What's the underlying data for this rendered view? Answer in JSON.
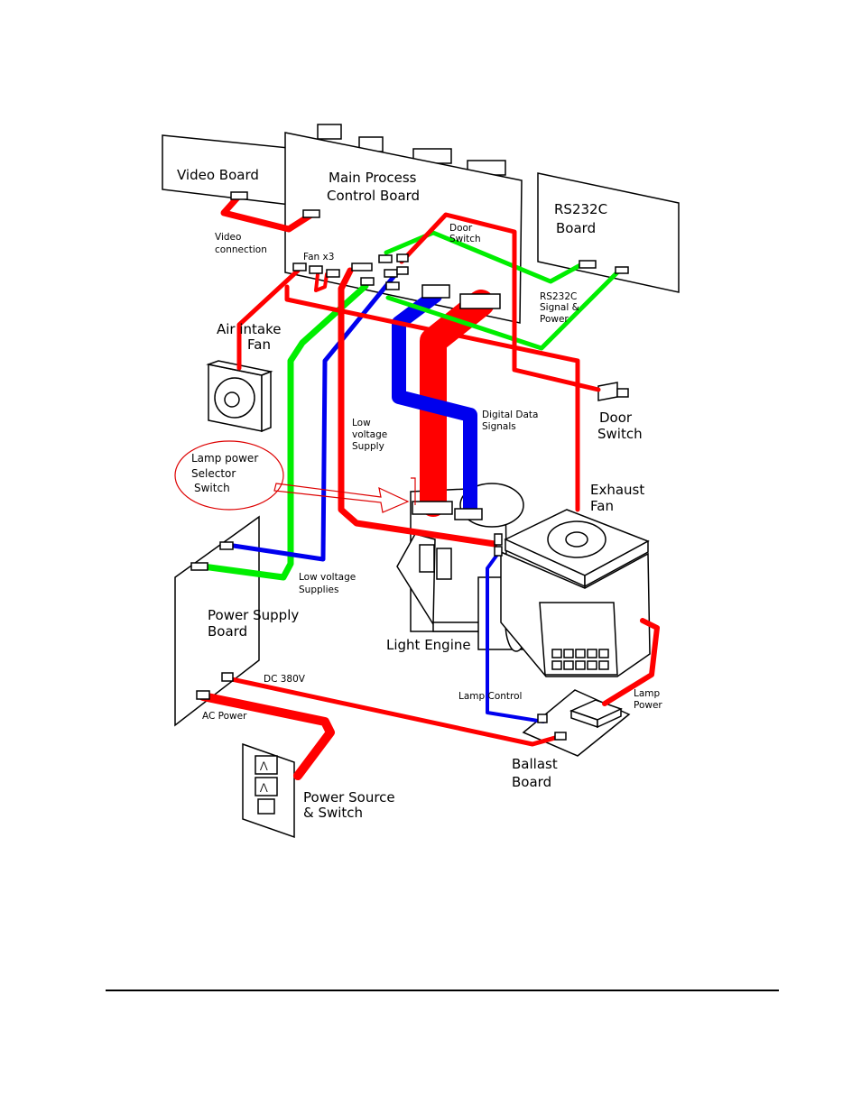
{
  "labels": {
    "video_board": "Video Board",
    "main_board_line1": "Main Process",
    "main_board_line2": "Control Board",
    "rs232_line1": "RS232C",
    "rs232_line2": "Board",
    "video_conn_line1": "Video",
    "video_conn_line2": "connection",
    "fan_x3": "Fan x3",
    "door_switch_small_line1": "Door",
    "door_switch_small_line2": "Switch",
    "rs232_signal_line1": "RS232C",
    "rs232_signal_line2": "Signal &",
    "rs232_signal_line3": "Power",
    "air_intake_line1": "Air intake",
    "air_intake_line2": "Fan",
    "door_switch_line1": "Door",
    "door_switch_line2": "Switch",
    "low_voltage_supply_line1": "Low",
    "low_voltage_supply_line2": "voltage",
    "low_voltage_supply_line3": "Supply",
    "digital_data_line1": "Digital Data",
    "digital_data_line2": "Signals",
    "lamp_selector_line1": "Lamp power",
    "lamp_selector_line2": "Selector",
    "lamp_selector_line3": "Switch",
    "exhaust_fan_line1": "Exhaust",
    "exhaust_fan_line2": "Fan",
    "low_voltage_supplies_line1": "Low voltage",
    "low_voltage_supplies_line2": "Supplies",
    "power_supply_line1": "Power Supply",
    "power_supply_line2": "Board",
    "light_engine": "Light Engine",
    "dc_380v": "DC 380V",
    "ac_power": "AC Power",
    "lamp_control": "Lamp Control",
    "lamp_power_line1": "Lamp",
    "lamp_power_line2": "Power",
    "ballast_line1": "Ballast",
    "ballast_line2": "Board",
    "power_source_line1": "Power Source",
    "power_source_line2": "& Switch"
  },
  "colors": {
    "red_wire": "#ff0000",
    "green_wire": "#00ee00",
    "blue_wire": "#0000ee",
    "callout": "#dd0000",
    "outline": "#000000"
  }
}
